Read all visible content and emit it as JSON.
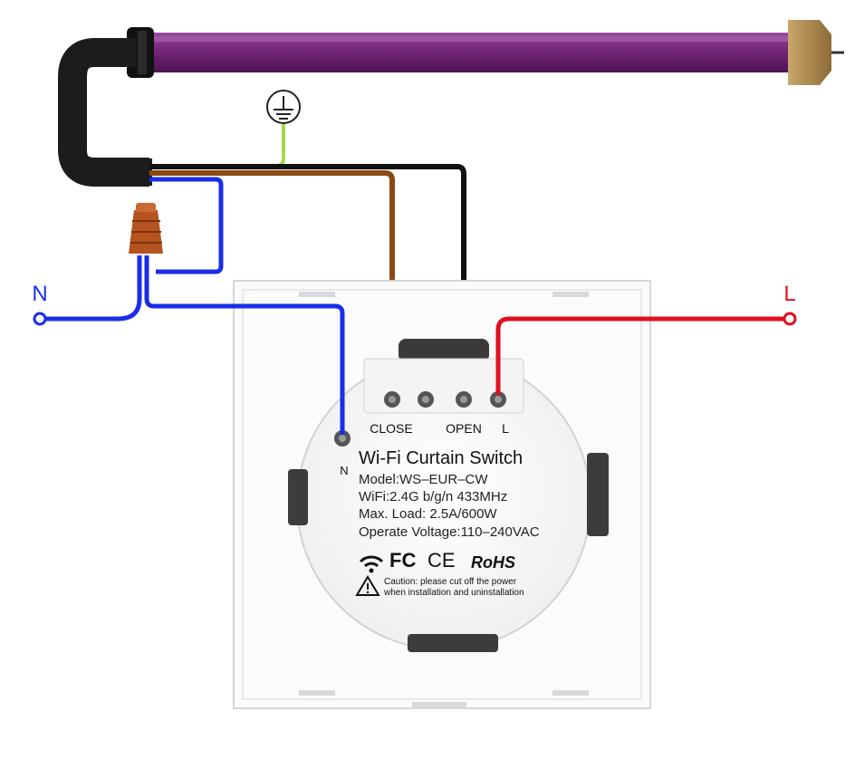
{
  "terminals": {
    "neutral_left": "N",
    "live_right": "L",
    "close": "CLOSE",
    "open": "OPEN",
    "live": "L",
    "neutral": "N"
  },
  "device": {
    "title": "Wi-Fi Curtain Switch",
    "model": "Model:WS–EUR–CW",
    "wifi": "WiFi:2.4G b/g/n 433MHz",
    "max_load": "Max. Load: 2.5A/600W",
    "voltage": "Operate Voltage:110–240VAC",
    "cert_fc": "FC",
    "cert_ce": "CE",
    "cert_rohs": "RoHS",
    "caution_line1": "Caution: please cut off the power",
    "caution_line2": "when installation and uninstallation"
  },
  "colors": {
    "motor": "#6a1f6e",
    "neutral_wire": "#1a2ee8",
    "live_wire": "#e01020",
    "brown_wire": "#8b4a12",
    "black_wire": "#111111",
    "earth_wire": "#a6d94a",
    "connector": "#b5541e",
    "cable": "#1c1c1c"
  },
  "icons": {
    "earth": "earth-ground-icon",
    "wifi": "wifi-icon",
    "warning": "warning-triangle-icon",
    "connector": "wire-connector-icon"
  }
}
